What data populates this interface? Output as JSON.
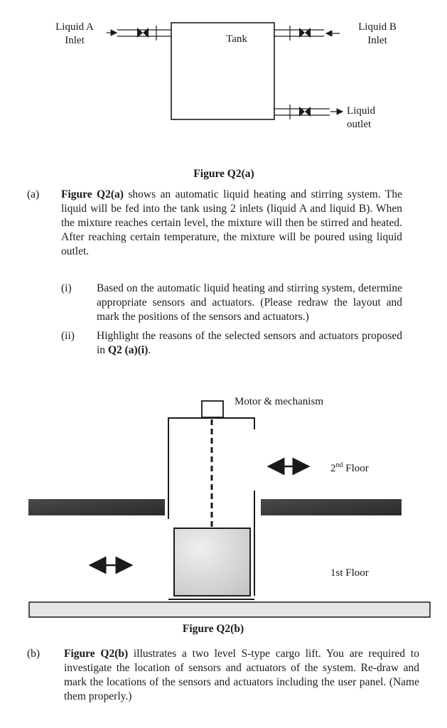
{
  "fig_a": {
    "inlet_a": [
      "Liquid A",
      "Inlet"
    ],
    "inlet_b": [
      "Liquid B",
      "Inlet"
    ],
    "tank": "Tank",
    "outlet": [
      "Liquid",
      "outlet"
    ],
    "caption": "Figure Q2(a)"
  },
  "part_a": {
    "label": "(a)",
    "fig_ref": "Figure Q2(a)",
    "text": " shows an automatic liquid heating and stirring system. The liquid will be fed into the tank using 2 inlets (liquid A and liquid B). When the mixture reaches certain level, the mixture will then be stirred and heated. After reaching certain temperature, the mixture will be poured using liquid outlet.",
    "items": [
      {
        "label": "(i)",
        "text": "Based on the automatic liquid heating and stirring system, determine appropriate sensors and actuators. (Please redraw the layout and mark the positions of the sensors and actuators.)"
      },
      {
        "label": "(ii)",
        "text": "Highlight the reasons of the selected sensors and actuators proposed in ",
        "ref": "Q2 (a)(i)",
        "end": "."
      }
    ]
  },
  "fig_b": {
    "motor": "Motor & mechanism",
    "floor2_num": "2",
    "floor2_sup": "nd",
    "floor2_word": " Floor",
    "floor1": "1st Floor",
    "caption": "Figure Q2(b)"
  },
  "part_b": {
    "label": "(b)",
    "fig_ref": "Figure Q2(b)",
    "text": " illustrates a two level S-type cargo lift. You are required to investigate the location of sensors and actuators of the system. Re-draw and mark the locations of the sensors and actuators including the user panel. (Name them properly.)"
  }
}
